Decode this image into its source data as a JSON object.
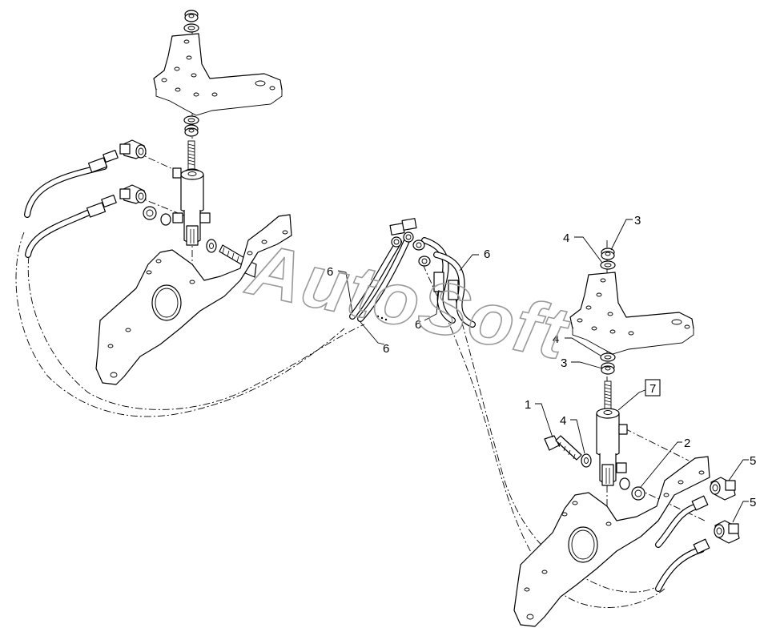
{
  "watermark": {
    "text": "AutoSoft"
  },
  "callouts": [
    {
      "id": "c-1",
      "label": "1"
    },
    {
      "id": "c-2",
      "label": "2"
    },
    {
      "id": "c-3a",
      "label": "3"
    },
    {
      "id": "c-3b",
      "label": "3"
    },
    {
      "id": "c-4a",
      "label": "4"
    },
    {
      "id": "c-4b",
      "label": "4"
    },
    {
      "id": "c-4c",
      "label": "4"
    },
    {
      "id": "c-5a",
      "label": "5"
    },
    {
      "id": "c-5b",
      "label": "5"
    },
    {
      "id": "c-6a",
      "label": "6"
    },
    {
      "id": "c-6b",
      "label": "6"
    },
    {
      "id": "c-6c",
      "label": "6"
    },
    {
      "id": "c-6d",
      "label": "6"
    },
    {
      "id": "c-7",
      "label": "7",
      "boxed": true
    }
  ]
}
